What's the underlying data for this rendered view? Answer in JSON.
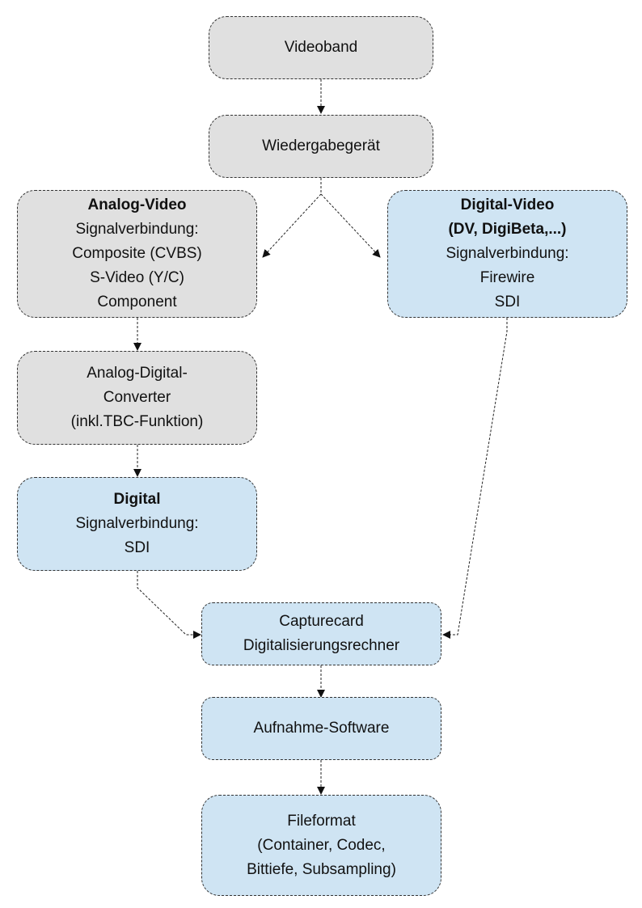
{
  "diagram": {
    "colors": {
      "gray_fill": "#e0e0e0",
      "blue_fill": "#cfe4f3",
      "stroke": "#333333"
    },
    "nodes": {
      "videoband": {
        "lines": [
          "Videoband"
        ]
      },
      "wiedergabe": {
        "lines": [
          "Wiedergabegerät"
        ]
      },
      "analog": {
        "title": "Analog-Video",
        "lines": [
          "Signalverbindung:",
          "Composite (CVBS)",
          "S-Video (Y/C)",
          "Component"
        ]
      },
      "digitalvideo": {
        "title": "Digital-Video",
        "title2": "(DV, DigiBeta,...)",
        "lines": [
          "Signalverbindung:",
          "Firewire",
          "SDI"
        ]
      },
      "adc": {
        "lines": [
          "Analog-Digital-",
          "Converter",
          "(inkl.TBC-Funktion)"
        ]
      },
      "digital": {
        "title": "Digital",
        "lines": [
          "Signalverbindung:",
          "SDI"
        ]
      },
      "capture": {
        "lines": [
          "Capturecard",
          "Digitalisierungsrechner"
        ]
      },
      "software": {
        "lines": [
          "Aufnahme-Software"
        ]
      },
      "fileformat": {
        "lines": [
          "Fileformat",
          "(Container, Codec,",
          "Bittiefe, Subsampling)"
        ]
      }
    },
    "edges": [
      {
        "from": "videoband",
        "to": "wiedergabe"
      },
      {
        "from": "wiedergabe",
        "to": "analog"
      },
      {
        "from": "wiedergabe",
        "to": "digitalvideo"
      },
      {
        "from": "analog",
        "to": "adc"
      },
      {
        "from": "adc",
        "to": "digital"
      },
      {
        "from": "digital",
        "to": "capture"
      },
      {
        "from": "digitalvideo",
        "to": "capture"
      },
      {
        "from": "capture",
        "to": "software"
      },
      {
        "from": "software",
        "to": "fileformat"
      }
    ]
  }
}
